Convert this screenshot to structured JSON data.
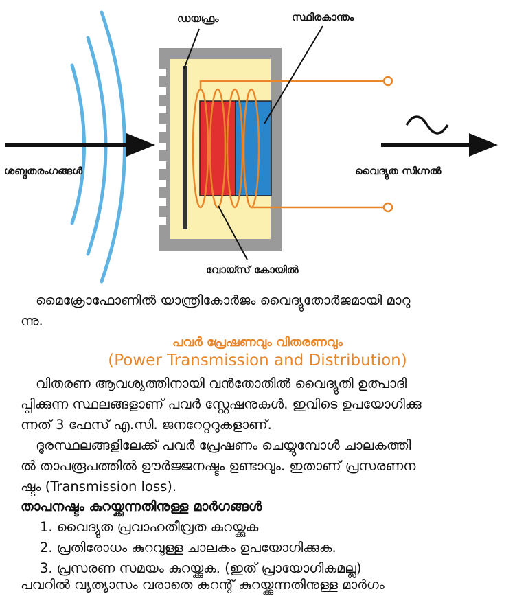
{
  "diagram": {
    "label_diaphragm": "ഡയഫ്രം",
    "label_magnet": "സ്ഥിരകാന്തം",
    "label_sound_waves": "ശബ്ദതരംഗങ്ങൾ",
    "label_signal": "വൈദ്യുത സിഗ്നൽ",
    "label_voice_coil": "വോയ്സ് കോയിൽ",
    "colors": {
      "wave": "#5fb3e3",
      "coil": "#e8862a",
      "magnet_red": "#e23030",
      "magnet_blue": "#2a86cc",
      "housing": "#9a9a9a",
      "inner": "#fbf0b0"
    }
  },
  "text": {
    "caption_1": "മൈക്രോഫോണിൽ യാന്ത്രികോർജം വൈദ്യുതോർജമായി മാറു",
    "caption_2": "ന്നു.",
    "heading_ml": "പവർ പ്രേഷണവും വിതരണവും",
    "heading_en": "(Power Transmission and Distribution)",
    "p1_l1": "വിതരണ ആവശ്യത്തിനായി വൻതോതിൽ വൈദ്യുതി ഉത്പാദി",
    "p1_l2": "പ്പിക്കുന്ന സ്ഥലങ്ങളാണ് പവർ സ്റ്റേഷനുകൾ. ഇവിടെ ഉപയോഗിക്കു",
    "p1_l3": "ന്നത് 3 ഫേസ് എ.സി. ജനറേറ്ററുകളാണ്.",
    "p2_l1": "ദൂരസ്ഥലങ്ങളിലേക്ക് പവർ പ്രേഷണം ചെയ്യുമ്പോൾ ചാലകത്തി",
    "p2_l2": "ൽ താപരൂപത്തിൽ ഊർജ്ജനഷ്ടം ഉണ്ടാവും. ഇതാണ് പ്രസരണന",
    "p2_l3": "ഷ്ടം (Transmission loss).",
    "sub_heading": "താപനഷ്ടം കുറയ്ക്കുന്നതിനുള്ള മാർഗങ്ങൾ",
    "list": [
      "1. വൈദ്യുത പ്രവാഹതീവ്രത കുറയ്ക്കുക",
      "2. പ്രതിരോധം കുറവുള്ള ചാലകം ഉപയോഗിക്കുക.",
      "3. പ്രസരണ സമയം കുറയ്ക്കുക. (ഇത് പ്രായോഗികമല്ല)"
    ],
    "last_line": "പവറിൽ വ്യത്യാസം വരാതെ കറന്റ് കുറയ്ക്കുന്നതിനുള്ള മാർഗം"
  }
}
